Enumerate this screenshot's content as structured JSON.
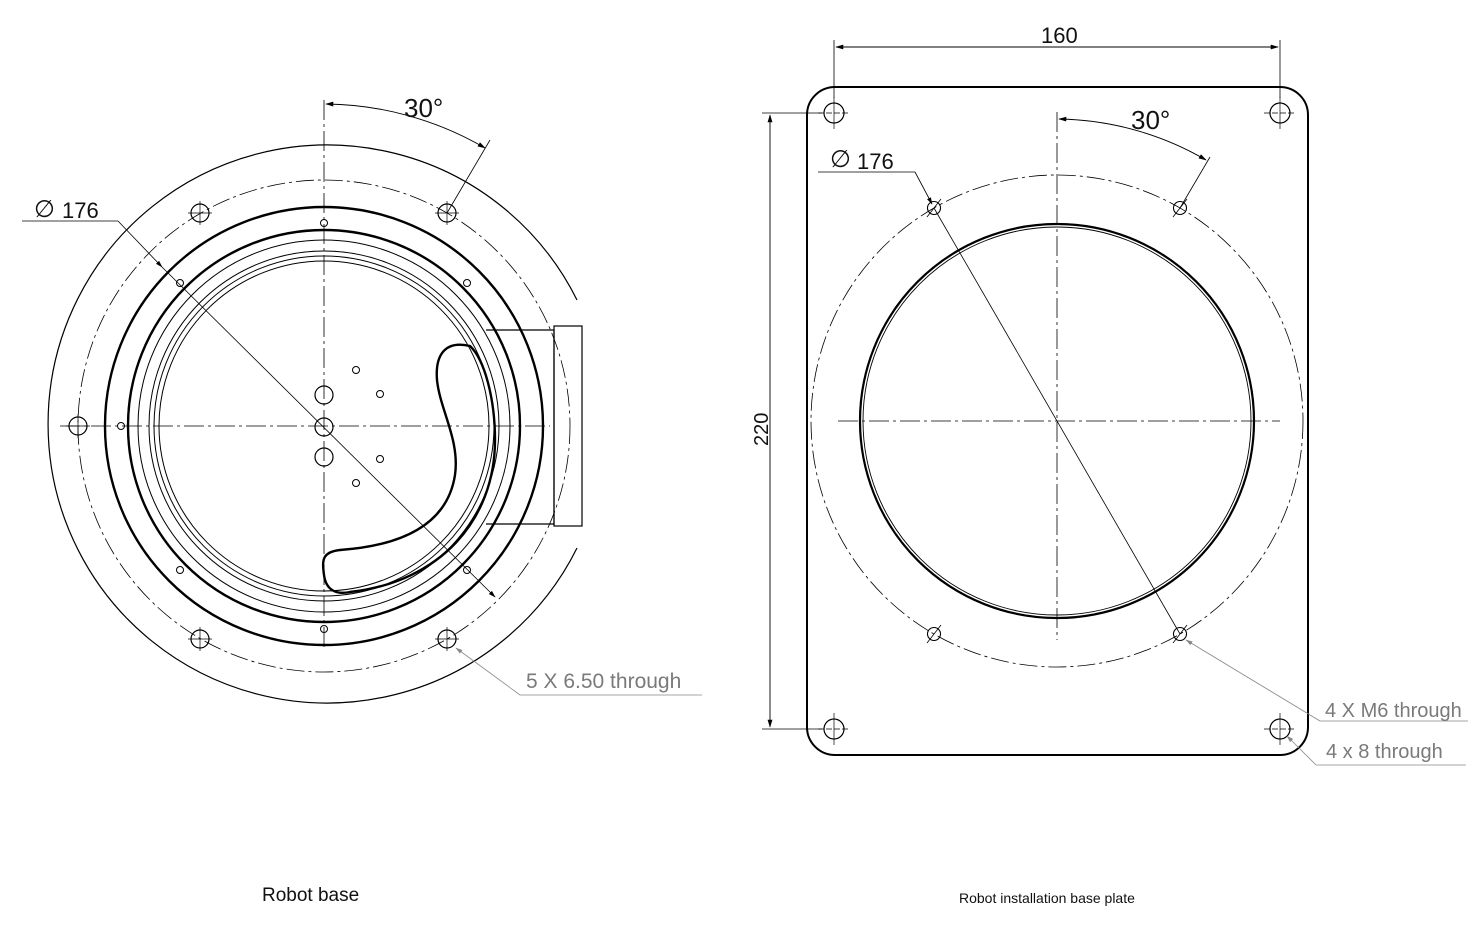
{
  "left_view": {
    "caption": "Robot base",
    "angle_label": "30°",
    "diameter_symbol": "∅",
    "diameter_value": "176",
    "hole_note": "5 X 6.50 through"
  },
  "right_view": {
    "caption": "Robot installation base plate",
    "width_label": "160",
    "height_label": "220",
    "angle_label": "30°",
    "diameter_symbol": "∅",
    "diameter_value": "176",
    "hole_note_threaded": "4 X M6 through",
    "hole_note_clearance": "4 x 8 through"
  }
}
